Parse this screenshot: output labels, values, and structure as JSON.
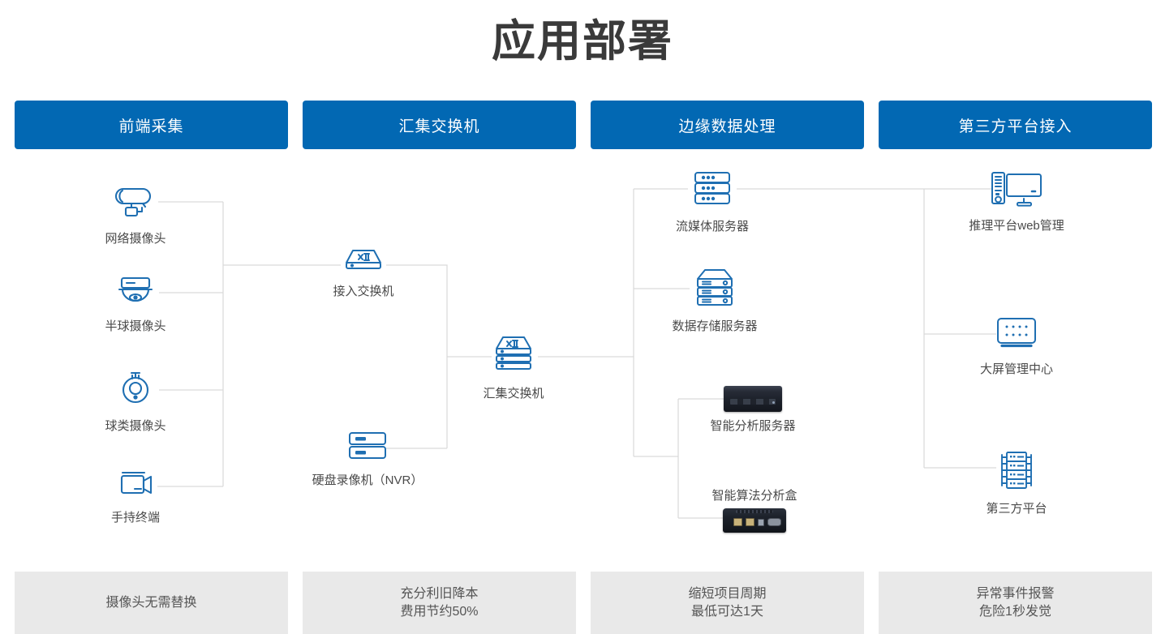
{
  "page": {
    "title": "应用部署",
    "accent_color": "#0268b3",
    "footer_bg": "#e9e9e9",
    "icon_color": "#1f6fb2",
    "line_color": "#d8d8d8"
  },
  "columns": [
    {
      "header": "前端采集",
      "footer": [
        "摄像头无需替换"
      ],
      "nodes": [
        {
          "label": "网络摄像头",
          "icon": "bullet-camera-icon"
        },
        {
          "label": "半球摄像头",
          "icon": "dome-camera-icon"
        },
        {
          "label": "球类摄像头",
          "icon": "ptz-camera-icon"
        },
        {
          "label": "手持终端",
          "icon": "handheld-camcorder-icon"
        }
      ]
    },
    {
      "header": "汇集交换机",
      "footer": [
        "充分利旧降本",
        "费用节约50%"
      ],
      "nodes": [
        {
          "label": "接入交换机",
          "icon": "access-switch-icon"
        },
        {
          "label": "硬盘录像机（NVR）",
          "icon": "nvr-icon"
        },
        {
          "label": "汇集交换机",
          "icon": "aggregation-switch-icon"
        }
      ]
    },
    {
      "header": "边缘数据处理",
      "footer": [
        "缩短项目周期",
        "最低可达1天"
      ],
      "nodes": [
        {
          "label": "流媒体服务器",
          "icon": "streaming-server-icon"
        },
        {
          "label": "数据存储服务器",
          "icon": "storage-server-icon"
        },
        {
          "label": "智能分析服务器",
          "icon": "analysis-server-photo"
        },
        {
          "label": "智能算法分析盒",
          "icon": "algorithm-box-photo"
        }
      ]
    },
    {
      "header": "第三方平台接入",
      "footer": [
        "异常事件报警",
        "危险1秒发觉"
      ],
      "nodes": [
        {
          "label": "推理平台web管理",
          "icon": "desktop-pc-icon"
        },
        {
          "label": "大屏管理中心",
          "icon": "video-wall-icon"
        },
        {
          "label": "第三方平台",
          "icon": "platform-rack-icon"
        }
      ]
    }
  ]
}
